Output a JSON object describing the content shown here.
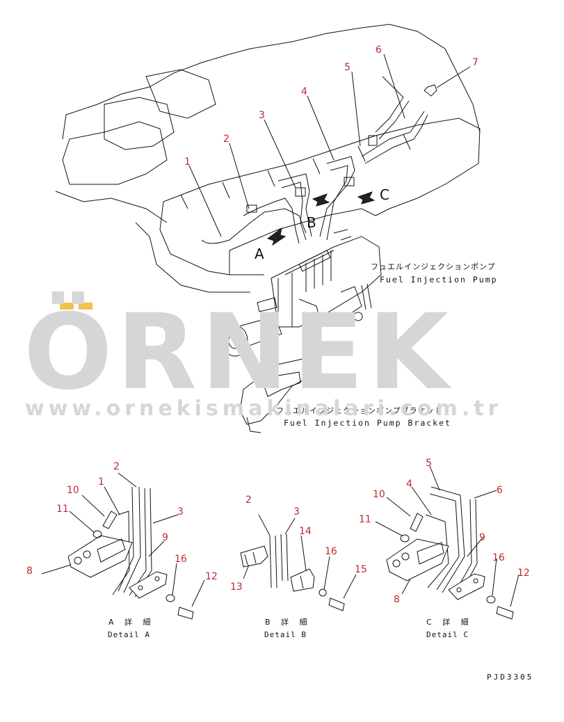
{
  "labels": {
    "pump_jp": "フュエルインジェクションポンプ",
    "pump_en": "Fuel Injection Pump",
    "bracket_jp": "フュエルインジェクションポンプブラケット",
    "bracket_en": "Fuel Injection Pump Bracket",
    "view_a": "A",
    "view_b": "B",
    "view_c": "C",
    "drawing_no": "PJD3305"
  },
  "details": {
    "a": {
      "jp": "A 詳 細",
      "en": "Detail A"
    },
    "b": {
      "jp": "B 詳 細",
      "en": "Detail B"
    },
    "c": {
      "jp": "C 詳 細",
      "en": "Detail C"
    }
  },
  "callouts": {
    "main": [
      "1",
      "2",
      "3",
      "4",
      "5",
      "6",
      "7"
    ],
    "detail_a": [
      "2",
      "1",
      "10",
      "11",
      "3",
      "9",
      "16",
      "8",
      "12"
    ],
    "detail_b": [
      "2",
      "3",
      "14",
      "16",
      "15",
      "13"
    ],
    "detail_c": [
      "5",
      "4",
      "10",
      "6",
      "11",
      "9",
      "16",
      "12",
      "8"
    ]
  },
  "watermark": {
    "brand": "ÖRNEK",
    "url": "www.ornekismakinalari.com.tr",
    "accent_color": "#f2c14e"
  },
  "colors": {
    "callout": "#c0282d",
    "line": "#111111",
    "watermark": "#d6d6d6"
  }
}
